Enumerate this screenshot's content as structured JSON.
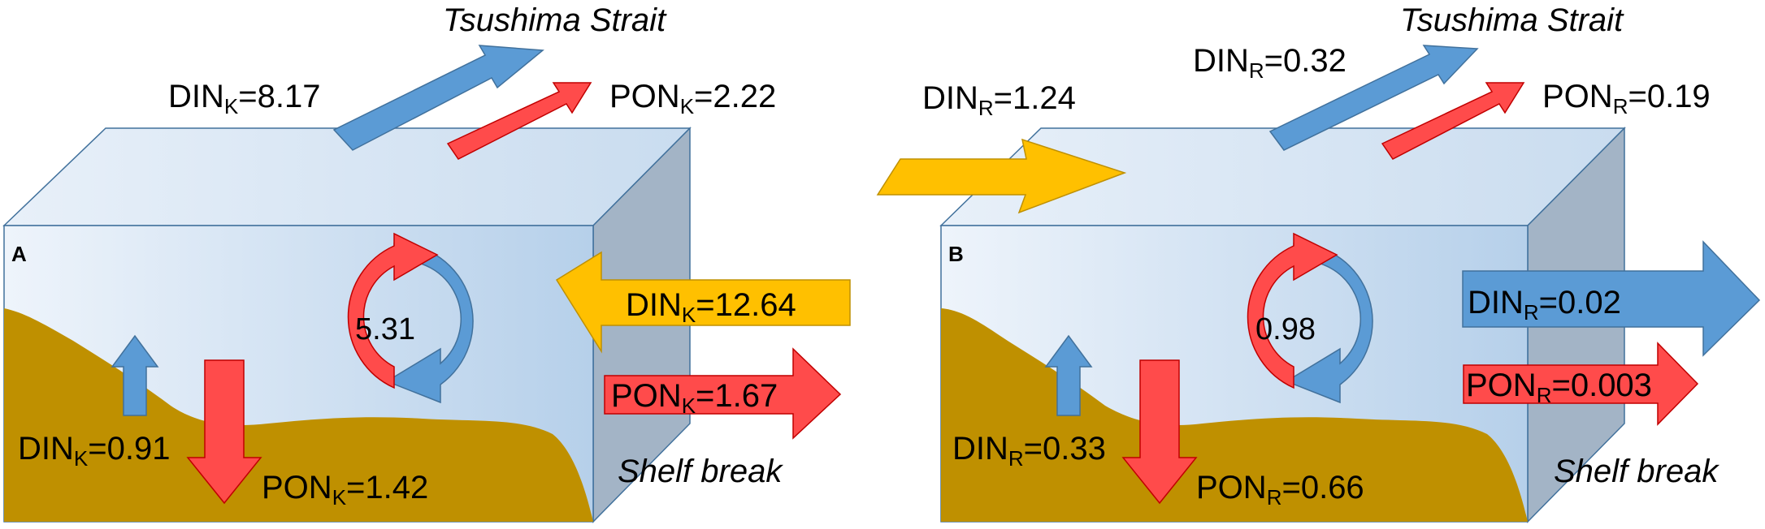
{
  "panel_a": {
    "panel_label": "A",
    "top_location": "Tsushima Strait",
    "side_location": "Shelf break",
    "din_k_out": {
      "main": "DIN",
      "sub": "K",
      "tail": "=8.17"
    },
    "pon_k_out": {
      "main": "PON",
      "sub": "K",
      "tail": "=2.22"
    },
    "cycle_value": "5.31",
    "din_k_in": {
      "main": "DIN",
      "sub": "K",
      "tail": "=12.64"
    },
    "pon_k_shelf": {
      "main": "PON",
      "sub": "K",
      "tail": "=1.67"
    },
    "din_k_up": {
      "main": "DIN",
      "sub": "K",
      "tail": "=0.91"
    },
    "pon_k_down": {
      "main": "PON",
      "sub": "K",
      "tail": "=1.42"
    }
  },
  "panel_b": {
    "panel_label": "B",
    "top_location": "Tsushima Strait",
    "side_location": "Shelf break",
    "din_r_in": {
      "main": "DIN",
      "sub": "R",
      "tail": "=1.24"
    },
    "din_r_out": {
      "main": "DIN",
      "sub": "R",
      "tail": "=0.32"
    },
    "pon_r_out": {
      "main": "PON",
      "sub": "R",
      "tail": "=0.19"
    },
    "cycle_value": "0.98",
    "din_r_shelf": {
      "main": "DIN",
      "sub": "R",
      "tail": "=0.02"
    },
    "pon_r_shelf": {
      "main": "PON",
      "sub": "R",
      "tail": "=0.003"
    },
    "din_r_up": {
      "main": "DIN",
      "sub": "R",
      "tail": "=0.33"
    },
    "pon_r_down": {
      "main": "PON",
      "sub": "R",
      "tail": "=0.66"
    }
  },
  "colors": {
    "water_front_light": "#eef4fb",
    "water_front_dark": "#b6d0ea",
    "water_top": "#dae7f4",
    "water_side": "#a3b4c6",
    "sediment": "#bf9000",
    "din_arrow": "#5b9bd5",
    "pon_arrow": "#ff4b4b",
    "input_arrow": "#ffc000",
    "outline": "#41719c"
  }
}
